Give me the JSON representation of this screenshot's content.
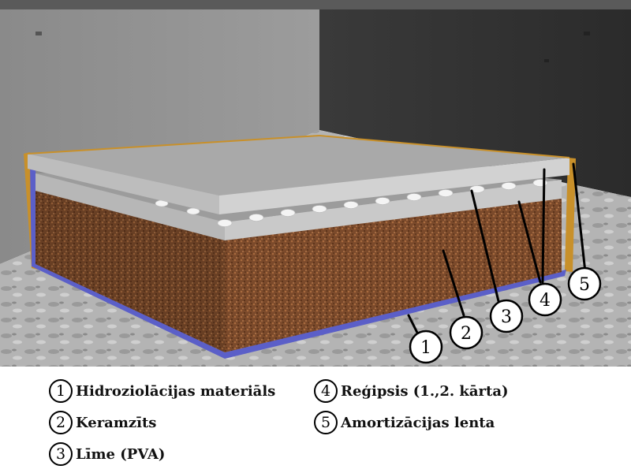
{
  "callouts": [
    {
      "number": "1",
      "label": "Hidroziolācijas materiāls"
    },
    {
      "number": "2",
      "label": "Keramzīts"
    },
    {
      "number": "3",
      "label": "Līme (PVA)"
    },
    {
      "number": "4",
      "label": "Reģipsis (1.,2. kārta)"
    },
    {
      "number": "5",
      "label": "Amortizācijas lenta"
    }
  ],
  "colors": {
    "wall_light": "#8f8f8f",
    "wall_dark": "#2f2f2f",
    "floor": "#b8b8b8",
    "gypsum_top": "#a9a9a9",
    "gypsum_side": "#d0d0d0",
    "clay": "#7a4a2a",
    "membrane": "#5b5fc8",
    "tape": "#c8902a"
  }
}
